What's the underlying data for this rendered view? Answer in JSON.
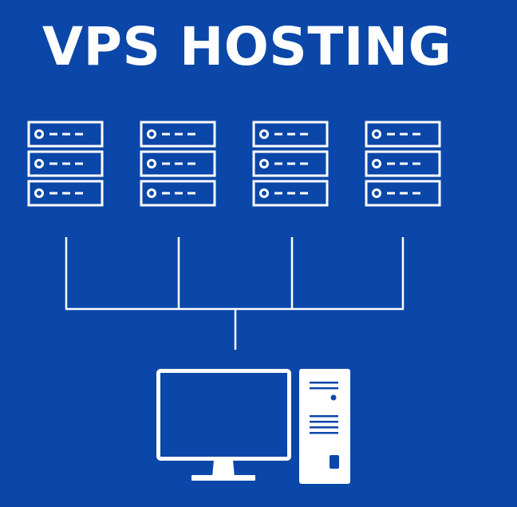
{
  "header": {
    "title": "VPS HOSTING"
  },
  "diagram": {
    "servers": [
      {
        "icon": "server-rack-icon",
        "units": 3
      },
      {
        "icon": "server-rack-icon",
        "units": 3
      },
      {
        "icon": "server-rack-icon",
        "units": 3
      },
      {
        "icon": "server-rack-icon",
        "units": 3
      }
    ],
    "client": {
      "icons": [
        "monitor-icon",
        "desktop-tower-icon"
      ]
    }
  },
  "colors": {
    "background": "#0b47a8",
    "foreground": "#ffffff"
  }
}
